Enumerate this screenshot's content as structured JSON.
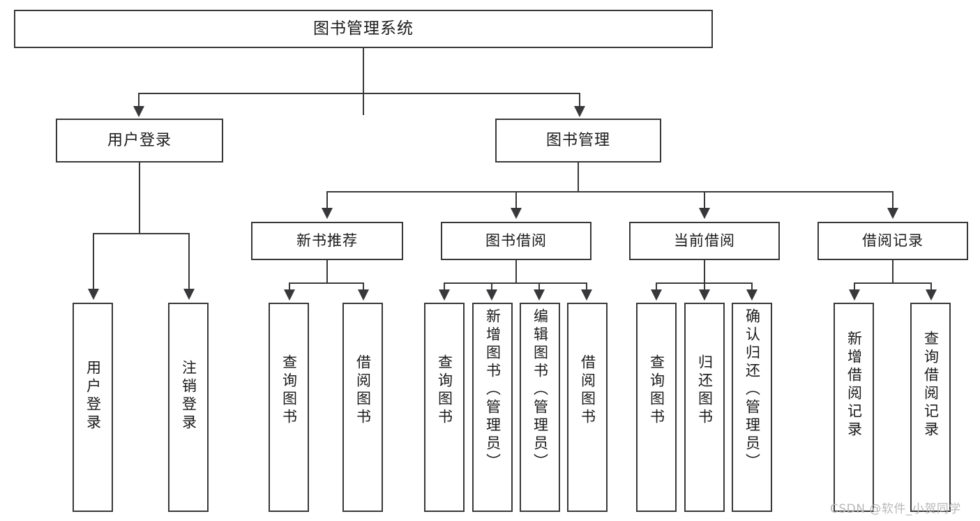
{
  "diagram": {
    "title": "图书管理系统",
    "watermark": "CSDN @软件_小贺同学",
    "accent_border": "#38383a",
    "background": "#ffffff",
    "text_color": "#1a1a1a",
    "watermark_color": "#b8b8b8",
    "levels": {
      "root": {
        "label": "图书管理系统"
      },
      "level2": [
        {
          "label": "用户登录"
        },
        {
          "label": "图书管理"
        }
      ],
      "level3": [
        {
          "label": "新书推荐"
        },
        {
          "label": "图书借阅"
        },
        {
          "label": "当前借阅"
        },
        {
          "label": "借阅记录"
        }
      ],
      "leaves": {
        "user_login": [
          {
            "label": "用户登录"
          },
          {
            "label": "注销登录"
          }
        ],
        "new_book_recommend": [
          {
            "label": "查询图书"
          },
          {
            "label": "借阅图书"
          }
        ],
        "book_borrow": [
          {
            "label": "查询图书"
          },
          {
            "label": "新增图书（管理员）"
          },
          {
            "label": "编辑图书（管理员）"
          },
          {
            "label": "借阅图书"
          }
        ],
        "current_borrow": [
          {
            "label": "查询图书"
          },
          {
            "label": "归还图书"
          },
          {
            "label": "确认归还（管理员）"
          }
        ],
        "borrow_records": [
          {
            "label": "新增借阅记录"
          },
          {
            "label": "查询借阅记录"
          }
        ]
      }
    }
  }
}
